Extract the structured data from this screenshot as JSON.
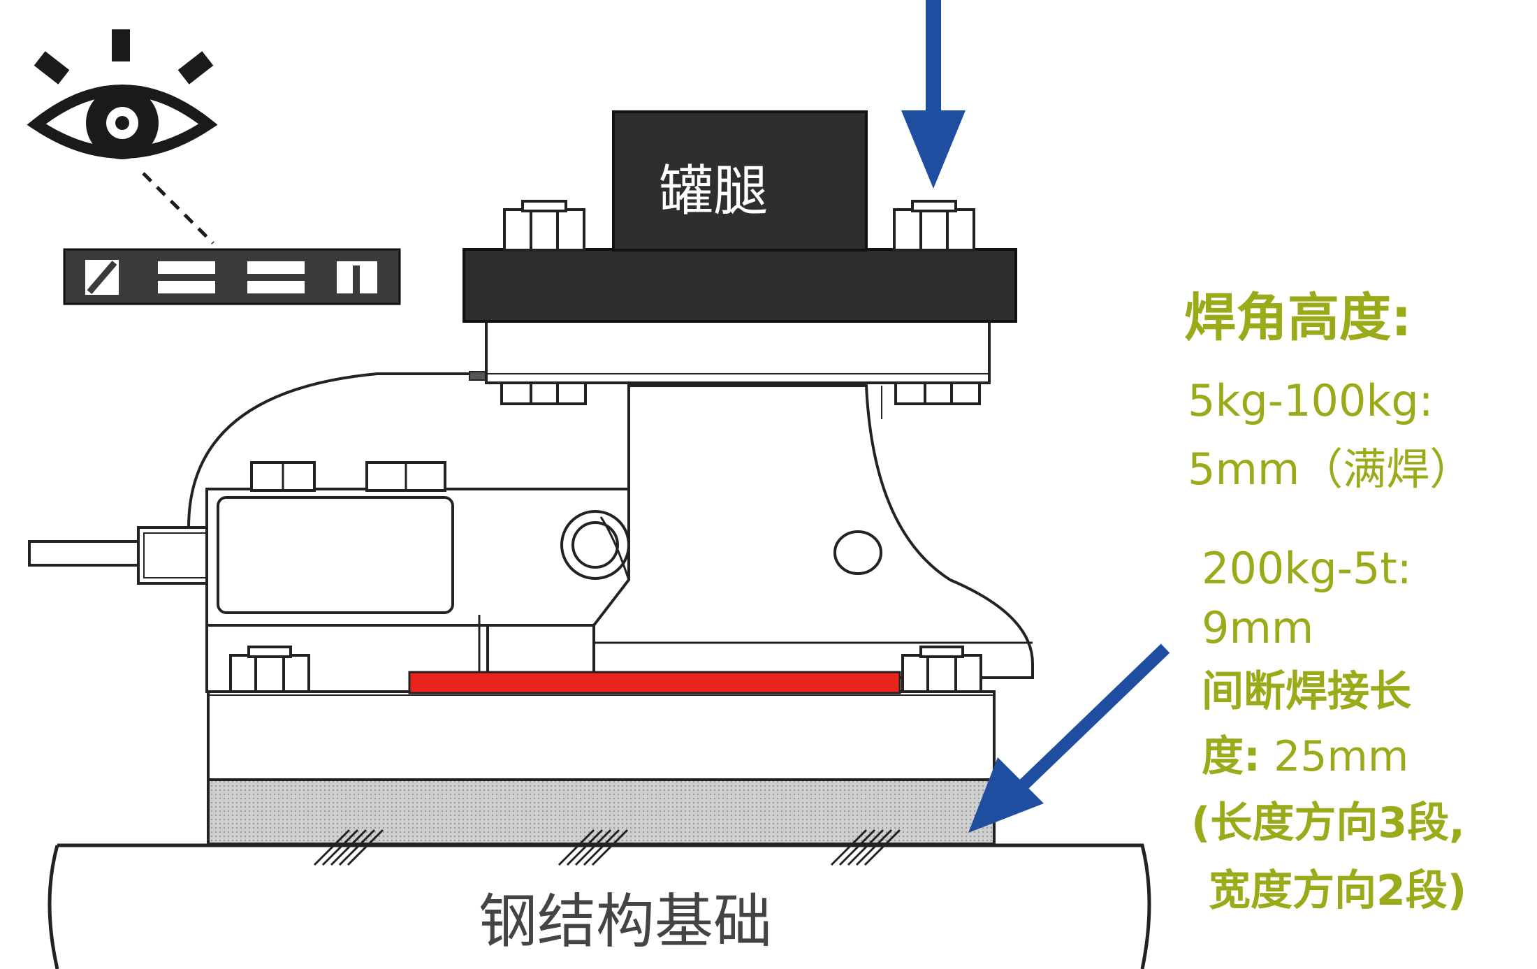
{
  "labels": {
    "tank_leg": "罐腿",
    "steel_base": "钢结构基础"
  },
  "notes": {
    "title": "焊角高度:",
    "range1_label": "5kg-100kg:",
    "range1_value": "5mm（满焊）",
    "range2_label": "200kg-5t:",
    "range2_value": "9mm",
    "intermittent_line1": "间断焊接长",
    "intermittent_line2_bold": "度:",
    "intermittent_line2_value": " 25mm",
    "segments_line1": "(长度方向3段,",
    "segments_line2": "宽度方向2段)"
  },
  "icons": [
    "eye-icon",
    "level-indicator-icon",
    "load-arrow-icon",
    "weld-arrow-icon"
  ],
  "colors": {
    "note_text": "#9aaa18",
    "arrow": "#1f4ea1",
    "dark_plate": "#2e2e2e",
    "weld_strip": "#e8241c",
    "base_fill": "#c8c8c8",
    "outline": "#1a1a1a"
  }
}
